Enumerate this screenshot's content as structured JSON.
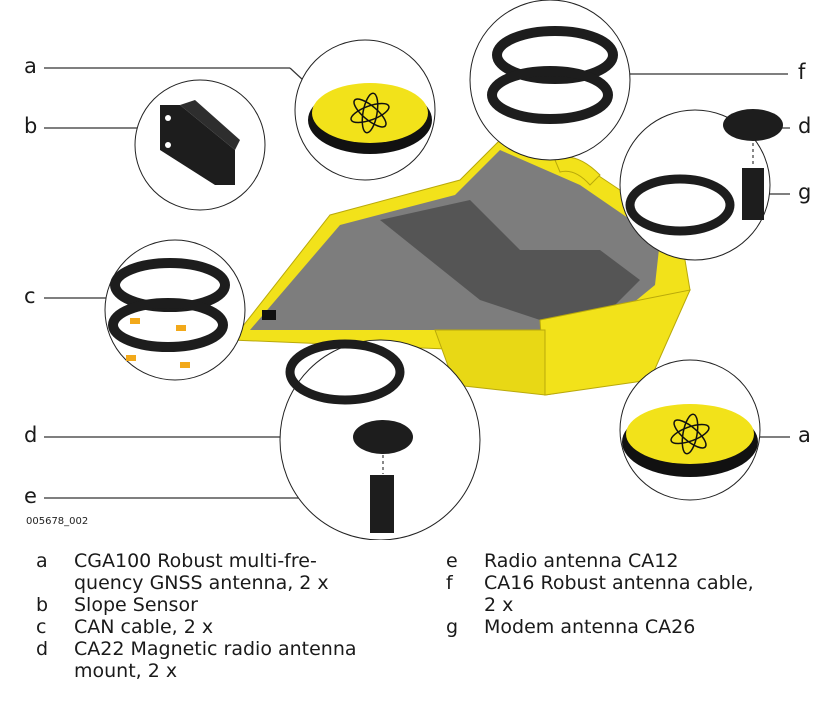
{
  "figure": {
    "id_label": "005678_002",
    "callouts": [
      {
        "letter": "a",
        "side": "left"
      },
      {
        "letter": "b",
        "side": "left"
      },
      {
        "letter": "c",
        "side": "left"
      },
      {
        "letter": "d",
        "side": "left"
      },
      {
        "letter": "e",
        "side": "left"
      },
      {
        "letter": "f",
        "side": "right"
      },
      {
        "letter": "d",
        "side": "right"
      },
      {
        "letter": "g",
        "side": "right"
      },
      {
        "letter": "a",
        "side": "right"
      }
    ],
    "colors": {
      "case_yellow": "#f2e21a",
      "foam_gray": "#8a8a8a",
      "dark_foam": "#555555",
      "black_part": "#1d1d1d",
      "leader_line": "#333333"
    }
  },
  "legend": {
    "left": [
      {
        "key": "a",
        "text": "CGA100 Robust multi-fre-\nquency GNSS antenna, 2 x"
      },
      {
        "key": "b",
        "text": "Slope Sensor"
      },
      {
        "key": "c",
        "text": "CAN cable, 2 x"
      },
      {
        "key": "d",
        "text": "CA22 Magnetic radio antenna\nmount, 2 x"
      }
    ],
    "right": [
      {
        "key": "e",
        "text": "Radio antenna CA12"
      },
      {
        "key": "f",
        "text": "CA16 Robust antenna cable,\n2 x"
      },
      {
        "key": "g",
        "text": "Modem antenna CA26"
      }
    ]
  }
}
